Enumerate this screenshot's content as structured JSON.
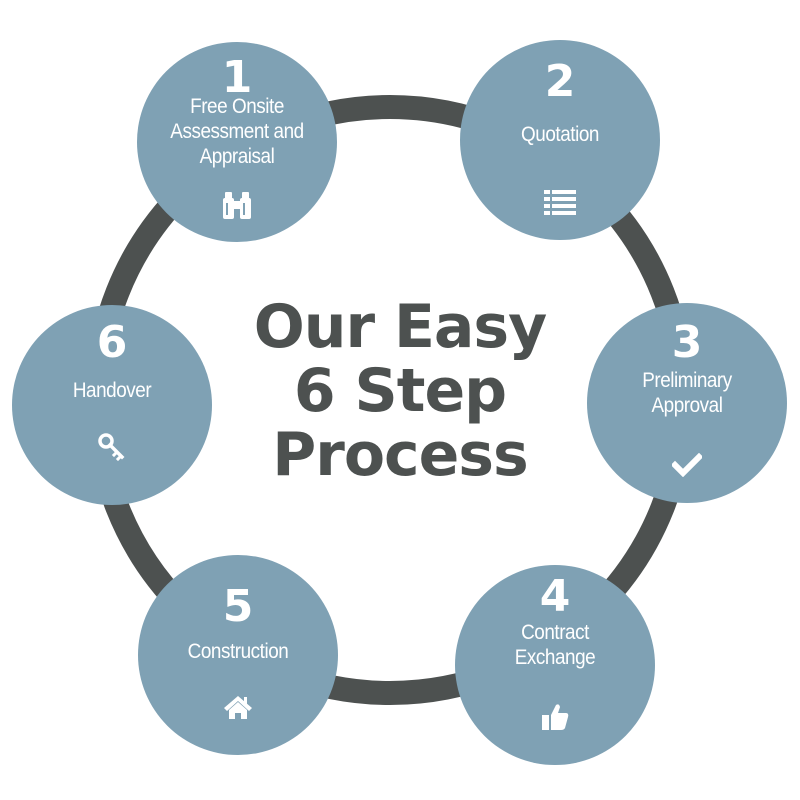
{
  "colors": {
    "circle_fill": "#7fa1b4",
    "ring": "#4d5150",
    "title_text": "#4d5150",
    "step_text": "#ffffff"
  },
  "center": {
    "title_lines": [
      "Our Easy",
      "6 Step",
      "Process"
    ]
  },
  "steps": [
    {
      "number": "1",
      "label_lines": [
        "Free Onsite",
        "Assessment and",
        "Appraisal"
      ],
      "icon": "binoculars-icon"
    },
    {
      "number": "2",
      "label_lines": [
        "Quotation"
      ],
      "icon": "list-icon"
    },
    {
      "number": "3",
      "label_lines": [
        "Preliminary",
        "Approval"
      ],
      "icon": "checkmark-icon"
    },
    {
      "number": "4",
      "label_lines": [
        "Contract",
        "Exchange"
      ],
      "icon": "thumbs-up-icon"
    },
    {
      "number": "5",
      "label_lines": [
        "Construction"
      ],
      "icon": "home-icon"
    },
    {
      "number": "6",
      "label_lines": [
        "Handover"
      ],
      "icon": "key-icon"
    }
  ]
}
